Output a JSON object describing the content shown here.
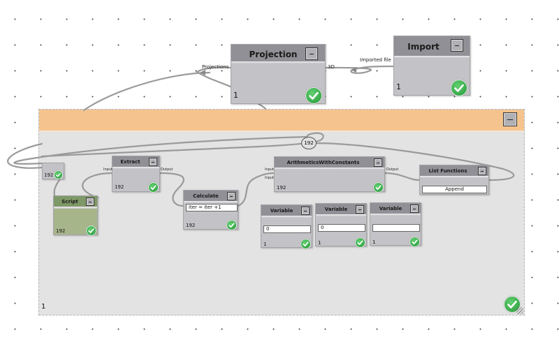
{
  "colors": {
    "group_header": "#f5c48e",
    "group_body": "#e3e3e3",
    "node_body": "#c3c3c7",
    "node_header": "#909096",
    "script_node": "#a7b58b",
    "script_header": "#7f9867",
    "check": "#2fa845"
  },
  "icons": {
    "ok": "check-circle-icon",
    "collapse": "minimize-icon"
  },
  "projection": {
    "title": "Projection",
    "count": "1",
    "port_in": "Projections",
    "port_out": "3D"
  },
  "import": {
    "title": "Import",
    "count": "1",
    "port_out": "Imported file"
  },
  "loop_group": {
    "count": "1",
    "iterations": "192"
  },
  "loop_port": {
    "count": "192"
  },
  "extract": {
    "title": "Extract",
    "count": "192",
    "port_in": "Input",
    "port_out": "Output"
  },
  "script": {
    "title": "Script",
    "count": "192"
  },
  "calculate": {
    "title": "Calculate",
    "count": "192",
    "expression": "iter = iter +1"
  },
  "arithmetics": {
    "title": "ArithmeticsWithConstants",
    "count": "192",
    "port_in_1": "Input",
    "port_in_2": "Input",
    "port_out": "Output"
  },
  "list_functions": {
    "title": "List Functions",
    "function": "Append"
  },
  "variables": [
    {
      "title": "Variable",
      "value": "0",
      "count": "1"
    },
    {
      "title": "Variable",
      "value": "0",
      "count": "1"
    },
    {
      "title": "Variable",
      "value": "",
      "count": "1"
    }
  ]
}
